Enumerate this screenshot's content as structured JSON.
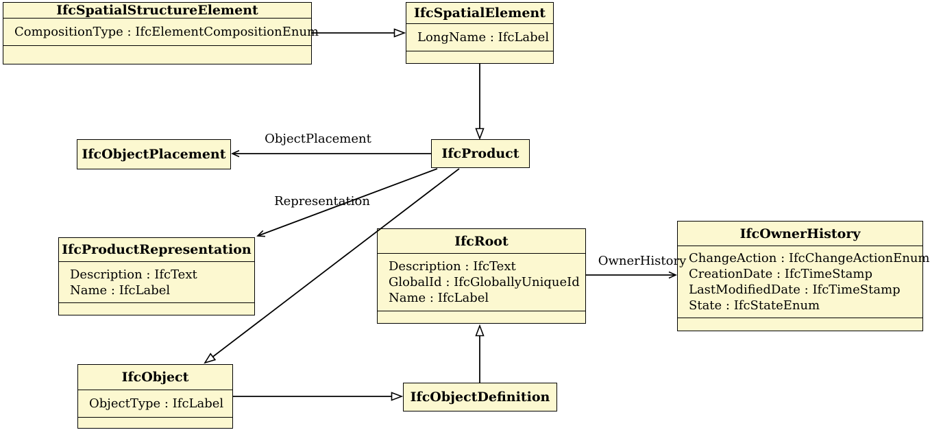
{
  "diagram": {
    "kind": "uml-class-diagram",
    "colors": {
      "class_fill": "#FCF8D0",
      "border": "#000000",
      "background": "#FFFFFF"
    },
    "classes": [
      {
        "title": "IfcSpatialStructureElement",
        "attributes": [
          "CompositionType : IfcElementCompositionEnum"
        ]
      },
      {
        "title": "IfcSpatialElement",
        "attributes": [
          "LongName : IfcLabel"
        ]
      },
      {
        "title": "IfcObjectPlacement",
        "attributes": []
      },
      {
        "title": "IfcProduct",
        "attributes": []
      },
      {
        "title": "IfcProductRepresentation",
        "attributes": [
          "Description : IfcText",
          "Name : IfcLabel"
        ]
      },
      {
        "title": "IfcRoot",
        "attributes": [
          "Description : IfcText",
          "GlobalId : IfcGloballyUniqueId",
          "Name : IfcLabel"
        ]
      },
      {
        "title": "IfcOwnerHistory",
        "attributes": [
          "ChangeAction : IfcChangeActionEnum",
          "CreationDate : IfcTimeStamp",
          "LastModifiedDate : IfcTimeStamp",
          "State : IfcStateEnum"
        ]
      },
      {
        "title": "IfcObject",
        "attributes": [
          "ObjectType : IfcLabel"
        ]
      },
      {
        "title": "IfcObjectDefinition",
        "attributes": []
      }
    ],
    "edge_labels": {
      "object_placement": "ObjectPlacement",
      "representation": "Representation",
      "owner_history": "OwnerHistory"
    },
    "relationships": [
      {
        "from": "IfcSpatialStructureElement",
        "to": "IfcSpatialElement",
        "type": "generalization"
      },
      {
        "from": "IfcSpatialElement",
        "to": "IfcProduct",
        "type": "generalization"
      },
      {
        "from": "IfcProduct",
        "to": "IfcObjectPlacement",
        "type": "association",
        "label": "ObjectPlacement"
      },
      {
        "from": "IfcProduct",
        "to": "IfcProductRepresentation",
        "type": "association",
        "label": "Representation"
      },
      {
        "from": "IfcProduct",
        "to": "IfcObject",
        "type": "generalization"
      },
      {
        "from": "IfcObject",
        "to": "IfcObjectDefinition",
        "type": "generalization"
      },
      {
        "from": "IfcObjectDefinition",
        "to": "IfcRoot",
        "type": "generalization"
      },
      {
        "from": "IfcRoot",
        "to": "IfcOwnerHistory",
        "type": "association",
        "label": "OwnerHistory"
      }
    ]
  }
}
